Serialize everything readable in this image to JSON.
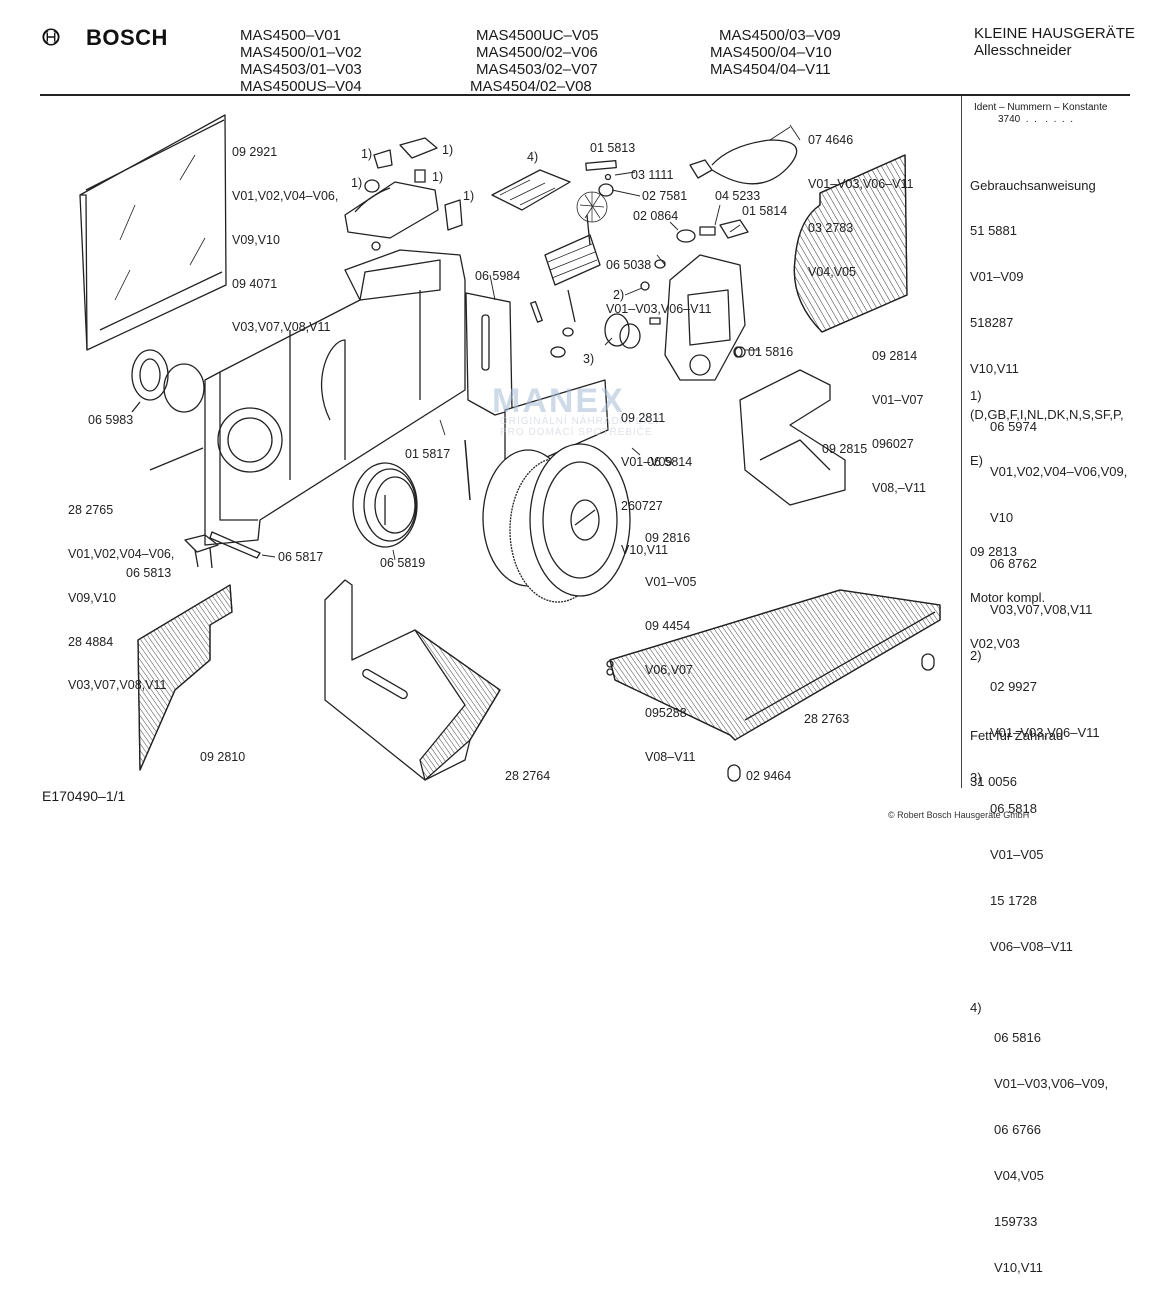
{
  "header": {
    "brand": "BOSCH",
    "models": [
      [
        "MAS4500–V01",
        "MAS4500/01–V02",
        "MAS4503/01–V03",
        "MAS4500US–V04"
      ],
      [
        "MAS4500UC–V05",
        "MAS4500/02–V06",
        "MAS4503/02–V07",
        "MAS4504/02–V08"
      ],
      [
        "MAS4500/03–V09",
        "MAS4500/04–V10",
        "MAS4504/04–V11"
      ]
    ],
    "category": "KLEINE HAUSGERÄTE",
    "product": "Allesschneider"
  },
  "sidebar": {
    "ident_title": "Ident – Nummern – Konstante",
    "ident_value": "3740  .  .   .  .  .  .",
    "blocks": [
      [
        "Gebrauchsanweisung",
        "51 5881",
        "V01–V09",
        "518287",
        "V10,V11",
        "(D,GB,F,I,NL,DK,N,S,SF,P,",
        "E)"
      ],
      [
        "09 2813",
        "Motor kompl.",
        "V02,V03"
      ],
      [
        "Fett für Zahnrad",
        "31 0056"
      ]
    ],
    "notes": [
      {
        "num": "1)",
        "lines": [
          "06 5974",
          "V01,V02,V04–V06,V09,",
          "V10",
          "06 8762",
          "V03,V07,V08,V11"
        ]
      },
      {
        "num": "2)",
        "lines": [
          "02 9927",
          "V01–V03,V06–V11"
        ]
      },
      {
        "num": "3)",
        "lines": [
          "06 5818",
          "V01–V05",
          "15 1728",
          "V06–V08–V11"
        ]
      },
      {
        "num": "4)",
        "lines": [
          "06 5816",
          "V01–V03,V06–V09,",
          "06 6766",
          "V04,V05",
          "159733",
          "V10,V11"
        ]
      }
    ]
  },
  "parts": {
    "p092921": [
      "09 2921",
      "V01,V02,V04–V06,",
      "V09,V10",
      "09 4071",
      "V03,V07,V08,V11"
    ],
    "ref1_a": "1)",
    "ref1_b": "1)",
    "ref1_c": "1)",
    "ref1_d": "1)",
    "ref1_e": "1)",
    "ref4": "4)",
    "p015813": "01 5813",
    "p031111": "03 1111",
    "p027581": "02 7581",
    "p020864": "02 0864",
    "p045233": "04 5233",
    "p015814": "01 5814",
    "p065038": [
      "06 5038",
      "V01–V03,V06–V11"
    ],
    "p074646": [
      "07 4646",
      "V01–V03,V06–V11",
      "03 2783",
      "V04,V05"
    ],
    "p065984": "06 5984",
    "ref2": "2)",
    "ref3": "3)",
    "p015816": "01 5816",
    "p092814": [
      "09 2814",
      "V01–V07",
      "096027",
      "V08,–V11"
    ],
    "p065983": "06 5983",
    "p092811": [
      "09 2811",
      "V01–V09",
      "260727",
      "V10,V11"
    ],
    "p015817": "01 5817",
    "p065814": "06 5814",
    "p092815": "09 2815",
    "p282765": [
      "28 2765",
      "V01,V02,V04–V06,",
      "V09,V10",
      "28 4884",
      "V03,V07,V08,V11"
    ],
    "p065817": "06 5817",
    "p065819": "06 5819",
    "p065813": "06 5813",
    "p092816": [
      "09 2816",
      "V01–V05",
      "09 4454",
      "V06,V07",
      "095288",
      "V08–V11"
    ],
    "p092810": "09 2810",
    "p282764": "28 2764",
    "p282763": "28 2763",
    "p029464": "02 9464"
  },
  "watermark": {
    "title": "MANEX",
    "line1": "ORIGINÁLNÍ NÁHRADNÍ DÍLY",
    "line2": "PRO DOMÁCÍ SPOTŘEBIČE"
  },
  "footer": {
    "doc_id": "E170490–1/1",
    "copyright": "© Robert Bosch Hausgeräte GmbH"
  }
}
